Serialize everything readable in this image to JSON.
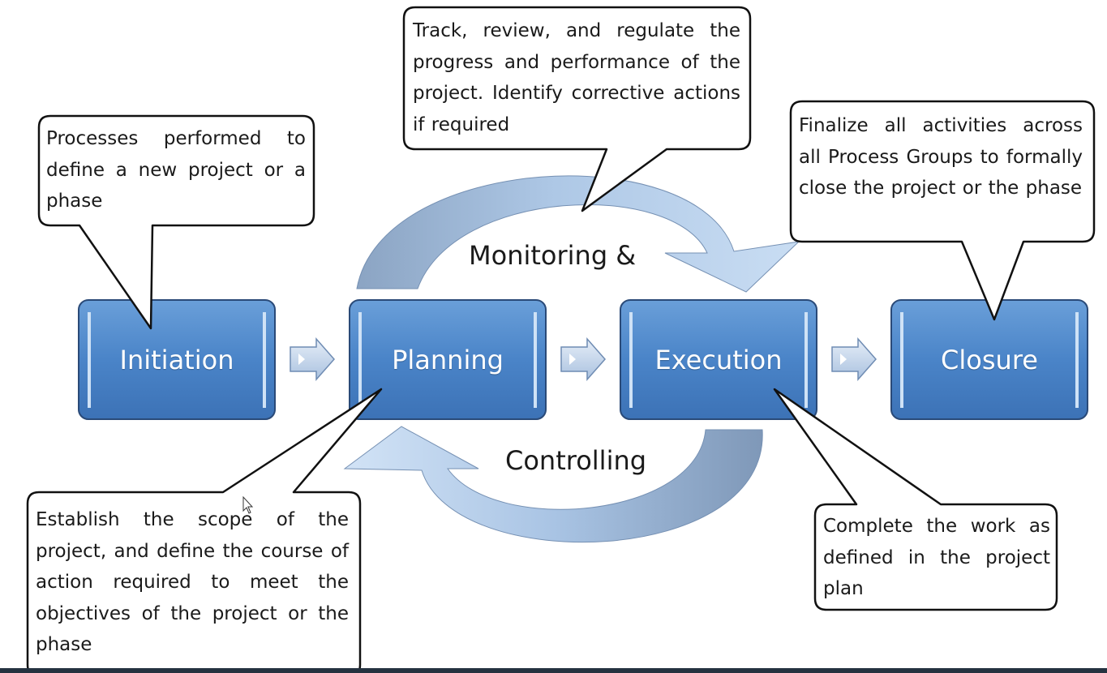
{
  "phases": {
    "initiation": "Initiation",
    "planning": "Planning",
    "execution": "Execution",
    "closure": "Closure"
  },
  "loop_labels": {
    "top": "Monitoring &",
    "bottom": "Controlling"
  },
  "callouts": {
    "initiation": "Processes performed to define a new project or a phase",
    "monitoring": "Track, review, and regulate the progress and performance of the project. Identify corrective actions if required",
    "closure": "Finalize all activities across all Process Groups to formally close the project or the phase",
    "planning": "Establish the scope of the project, and define the course of action required to meet the objectives of the project or the phase",
    "execution": "Complete the work as defined in the project plan"
  },
  "colors": {
    "phase_box": "#4f86c6",
    "phase_box_dark": "#3c72b4",
    "phase_border": "#2a4a78",
    "arrow_light": "#bdd5ef",
    "arrow_dark": "#7f9cc0",
    "callout_border": "#111111",
    "bottom_bar": "#253240"
  }
}
